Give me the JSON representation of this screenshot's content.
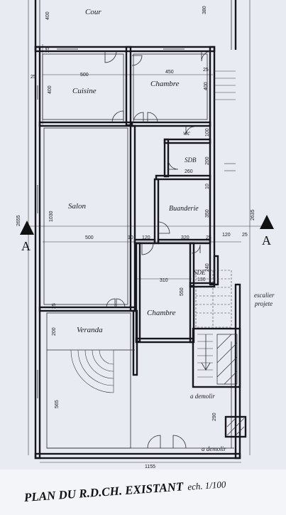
{
  "title": {
    "main": "PLAN DU R.D.CH. EXISTANT",
    "scale": "ech. 1/100"
  },
  "rooms": {
    "cour": "Cour",
    "cuisine": "Cuisine",
    "chambre_top": "Chambre",
    "wc": "wc",
    "sdb": "SDB",
    "salon": "Salon",
    "buanderie": "Buanderie",
    "sde": "SDE",
    "chambre_mid": "Chambre",
    "veranda": "Veranda"
  },
  "notes": {
    "escalier_line1": "escalier",
    "escalier_line2": "projete",
    "demolir_stair": "a demolir",
    "demolir_bottom": "a demolir"
  },
  "section_marks": {
    "left": "A",
    "right": "A"
  },
  "dimensions": {
    "cour_left": "400",
    "cour_right": "380",
    "cour_corner": "25",
    "cuisine_left_wall": "25",
    "cuisine_width": "500",
    "cuisine_height": "400",
    "chambre_width": "450",
    "chambre_wall": "25",
    "chambre_height": "400",
    "wc_height": "100",
    "sdb_height": "200",
    "sdb_width": "260",
    "buanderie_top": "10",
    "buanderie_height": "350",
    "total_left": "2655",
    "total_right": "2635",
    "salon_height": "1030",
    "salon_width": "500",
    "wall_10": "10",
    "corridor_120": "120",
    "buanderie_width": "320",
    "wall_25_mid": "25",
    "right_120": "120",
    "right_25": "25",
    "sde_height": "240",
    "sde_width": "130",
    "chambre_mid_width": "310",
    "chambre_mid_height": "550",
    "veranda_wall": "25",
    "veranda_height": "200",
    "bottom_left_height": "565",
    "stair_height": "290",
    "total_width": "1155"
  }
}
